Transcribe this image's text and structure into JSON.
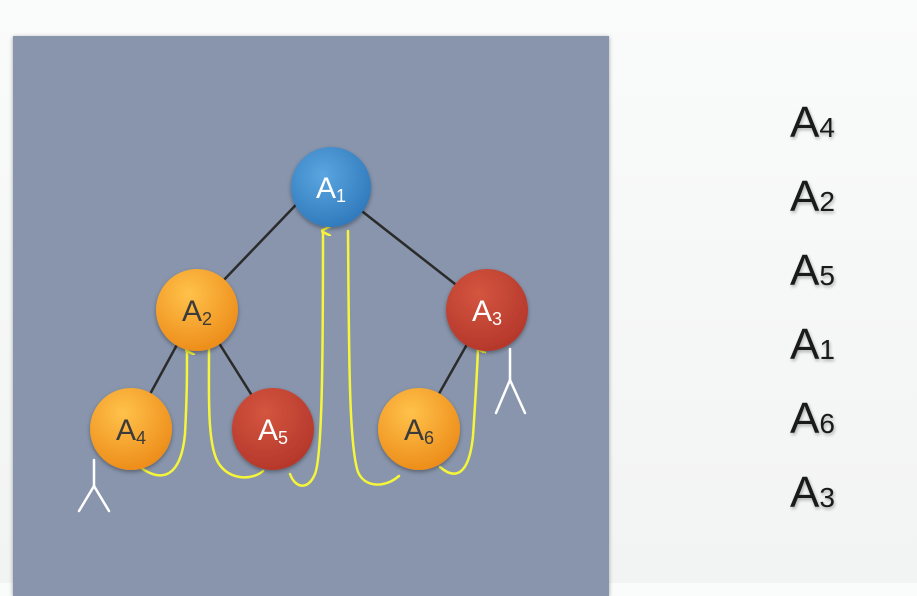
{
  "tree": {
    "nodes": {
      "a1": {
        "letter": "A",
        "sub": "1"
      },
      "a2": {
        "letter": "A",
        "sub": "2"
      },
      "a3": {
        "letter": "A",
        "sub": "3"
      },
      "a4": {
        "letter": "A",
        "sub": "4"
      },
      "a5": {
        "letter": "A",
        "sub": "5"
      },
      "a6": {
        "letter": "A",
        "sub": "6"
      }
    }
  },
  "colors": {
    "panel": "#8895ac",
    "blue_node": "#3c87c8",
    "orange_node": "#f09a22",
    "red_node": "#c0402e",
    "edge": "#2b2b2b",
    "traversal_arrow": "#f5f53a",
    "stick_figure": "#ffffff"
  },
  "sequence": [
    {
      "letter": "A",
      "sub": "4"
    },
    {
      "letter": "A",
      "sub": "2"
    },
    {
      "letter": "A",
      "sub": "5"
    },
    {
      "letter": "A",
      "sub": "1"
    },
    {
      "letter": "A",
      "sub": "6"
    },
    {
      "letter": "A",
      "sub": "3"
    }
  ]
}
